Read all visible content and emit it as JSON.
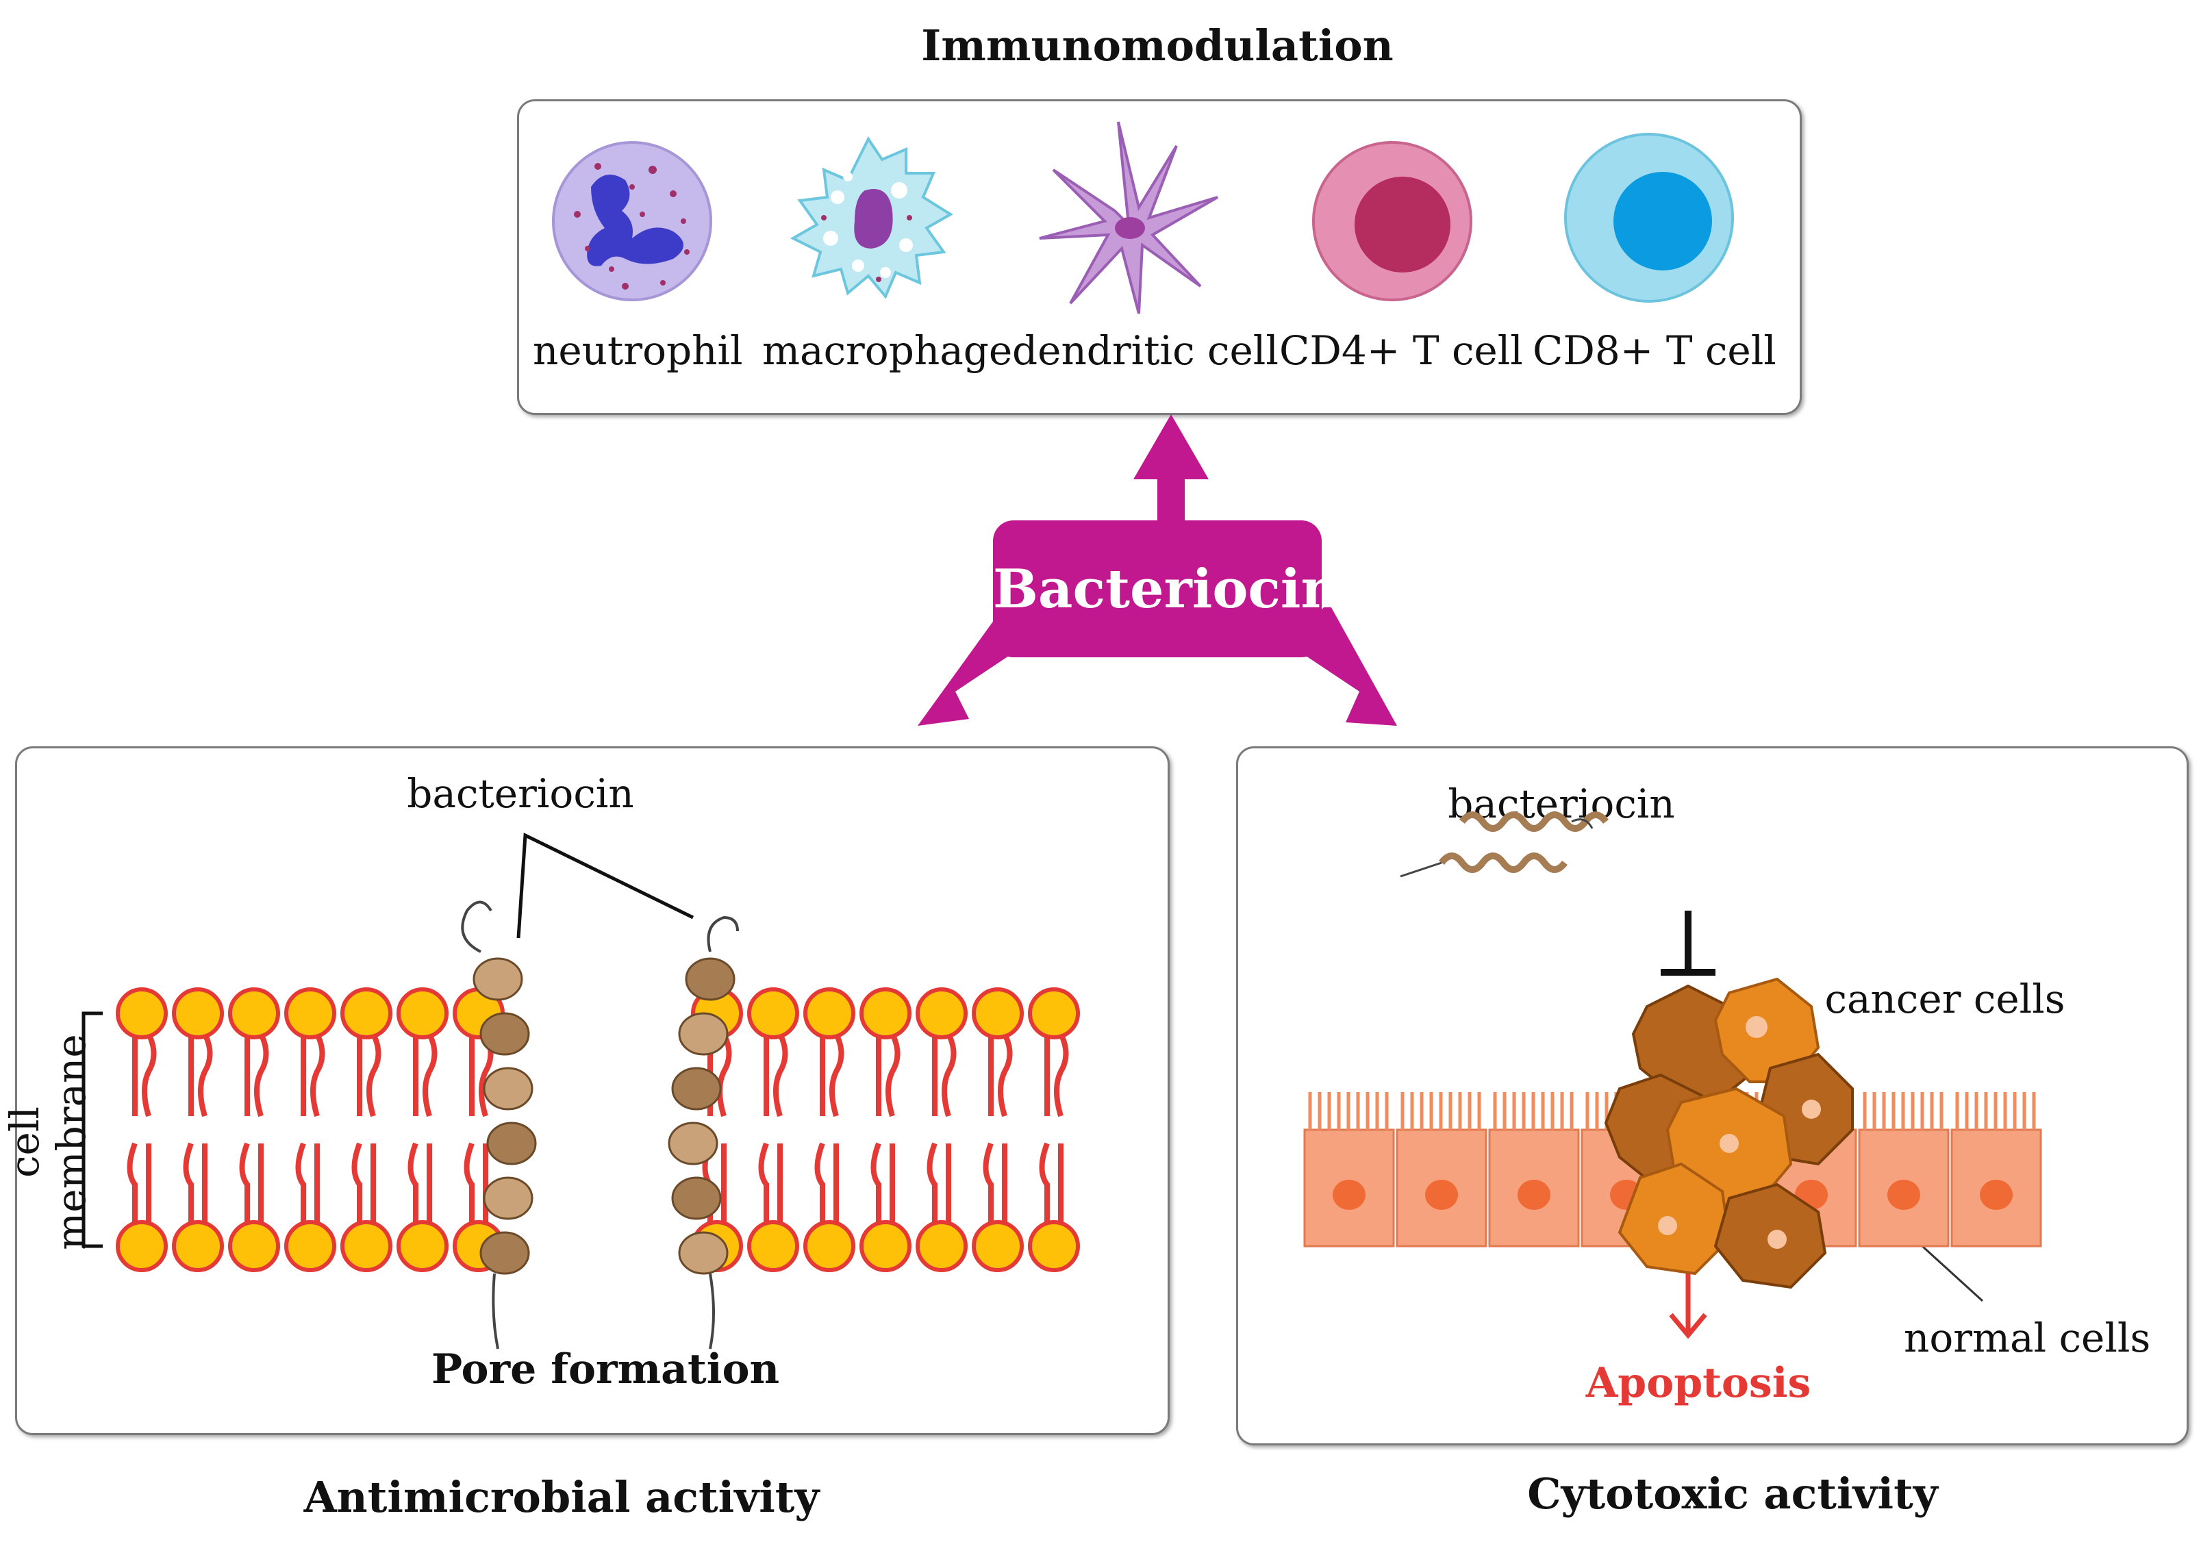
{
  "immunomodulation": {
    "title": "Immunomodulation",
    "cells": [
      {
        "label": "neutrophil",
        "icon": "neutrophil-icon",
        "color": "#c6b9ec"
      },
      {
        "label": "macrophage",
        "icon": "macrophage-icon",
        "color": "#bfe9f2"
      },
      {
        "label": "dendritic cell",
        "icon": "dendritic-cell-icon",
        "color": "#c79ad8"
      },
      {
        "label": "CD4+ T cell",
        "icon": "cd4-t-cell-icon",
        "color": "#e58fb3"
      },
      {
        "label": "CD8+ T cell",
        "icon": "cd8-t-cell-icon",
        "color": "#9fdcef"
      }
    ]
  },
  "center": {
    "label": "Bacteriocins",
    "color": "#c2188f"
  },
  "antimicrobial": {
    "membrane_label": "cell membrane",
    "bacteriocin_label": "bacteriocin",
    "pore_label": "Pore formation",
    "caption": "Antimicrobial activity",
    "lipid_head_color": "#ffc107",
    "lipid_tail_color": "#e53935"
  },
  "cytotoxic": {
    "bacteriocin_label": "bacteriocin",
    "cancer_label": "cancer cells",
    "normal_label": "normal cells",
    "apoptosis_label": "Apoptosis",
    "caption": "Cytotoxic activity",
    "apoptosis_color": "#e53935",
    "cancer_color": "#d97a1e",
    "normal_color": "#f7a27e"
  }
}
